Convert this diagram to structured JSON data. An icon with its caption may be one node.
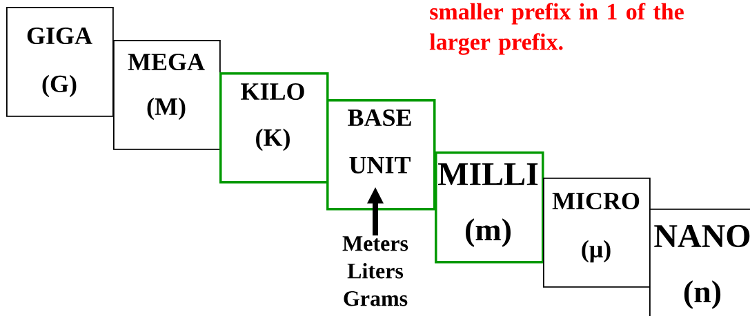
{
  "diagram": {
    "nodes": [
      {
        "text": [
          "GIGA",
          "(G)"
        ]
      },
      {
        "text": [
          "MEGA",
          "(M)"
        ]
      },
      {
        "text": [
          "KILO",
          "(K)"
        ]
      },
      {
        "text": [
          "BASE",
          "UNIT"
        ]
      },
      {
        "text": [
          "MILLI",
          "(m)"
        ]
      },
      {
        "text": [
          "MICRO",
          "(μ)"
        ]
      },
      {
        "text": [
          "NANO",
          "(n)"
        ]
      },
      {
        "text": [
          "Meters Liters Grams"
        ]
      }
    ],
    "edges": [
      {
        "from": 7,
        "to": 3,
        "arrow": "to"
      }
    ],
    "labels": [
      "smaller prefix in 1 of the larger prefix."
    ]
  }
}
